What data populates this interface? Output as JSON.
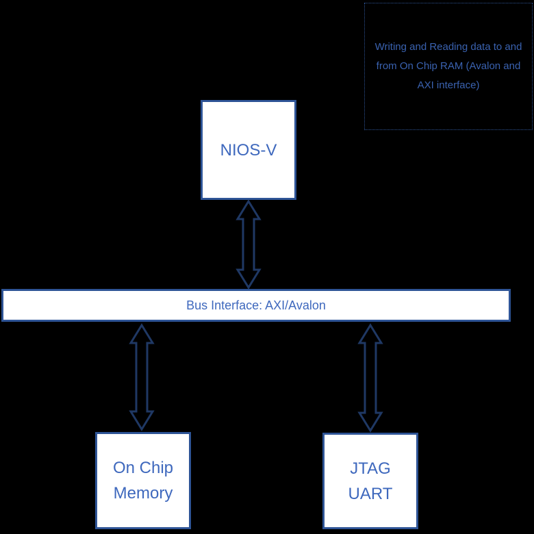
{
  "colors": {
    "background": "#000000",
    "node_fill": "#FFFFFF",
    "node_border": "#2E5496",
    "arrow_outline": "#1F3864",
    "node_text": "#3E68BD",
    "annotation_text": "#3A62B0"
  },
  "nodes": {
    "nios": {
      "label": "NIOS-V"
    },
    "bus": {
      "label": "Bus Interface: AXI/Avalon"
    },
    "memory": {
      "label": "On Chip\nMemory"
    },
    "jtag": {
      "label": "JTAG\nUART"
    }
  },
  "annotation": {
    "text": "Writing and Reading data to and\nfrom On Chip RAM (Avalon and\nAXI interface)"
  },
  "connections": {
    "nios_bus": "double-headed arrow between NIOS-V and bus",
    "bus_memory": "double-headed arrow between bus and On Chip Memory",
    "bus_jtag": "double-headed arrow between bus and JTAG UART"
  }
}
